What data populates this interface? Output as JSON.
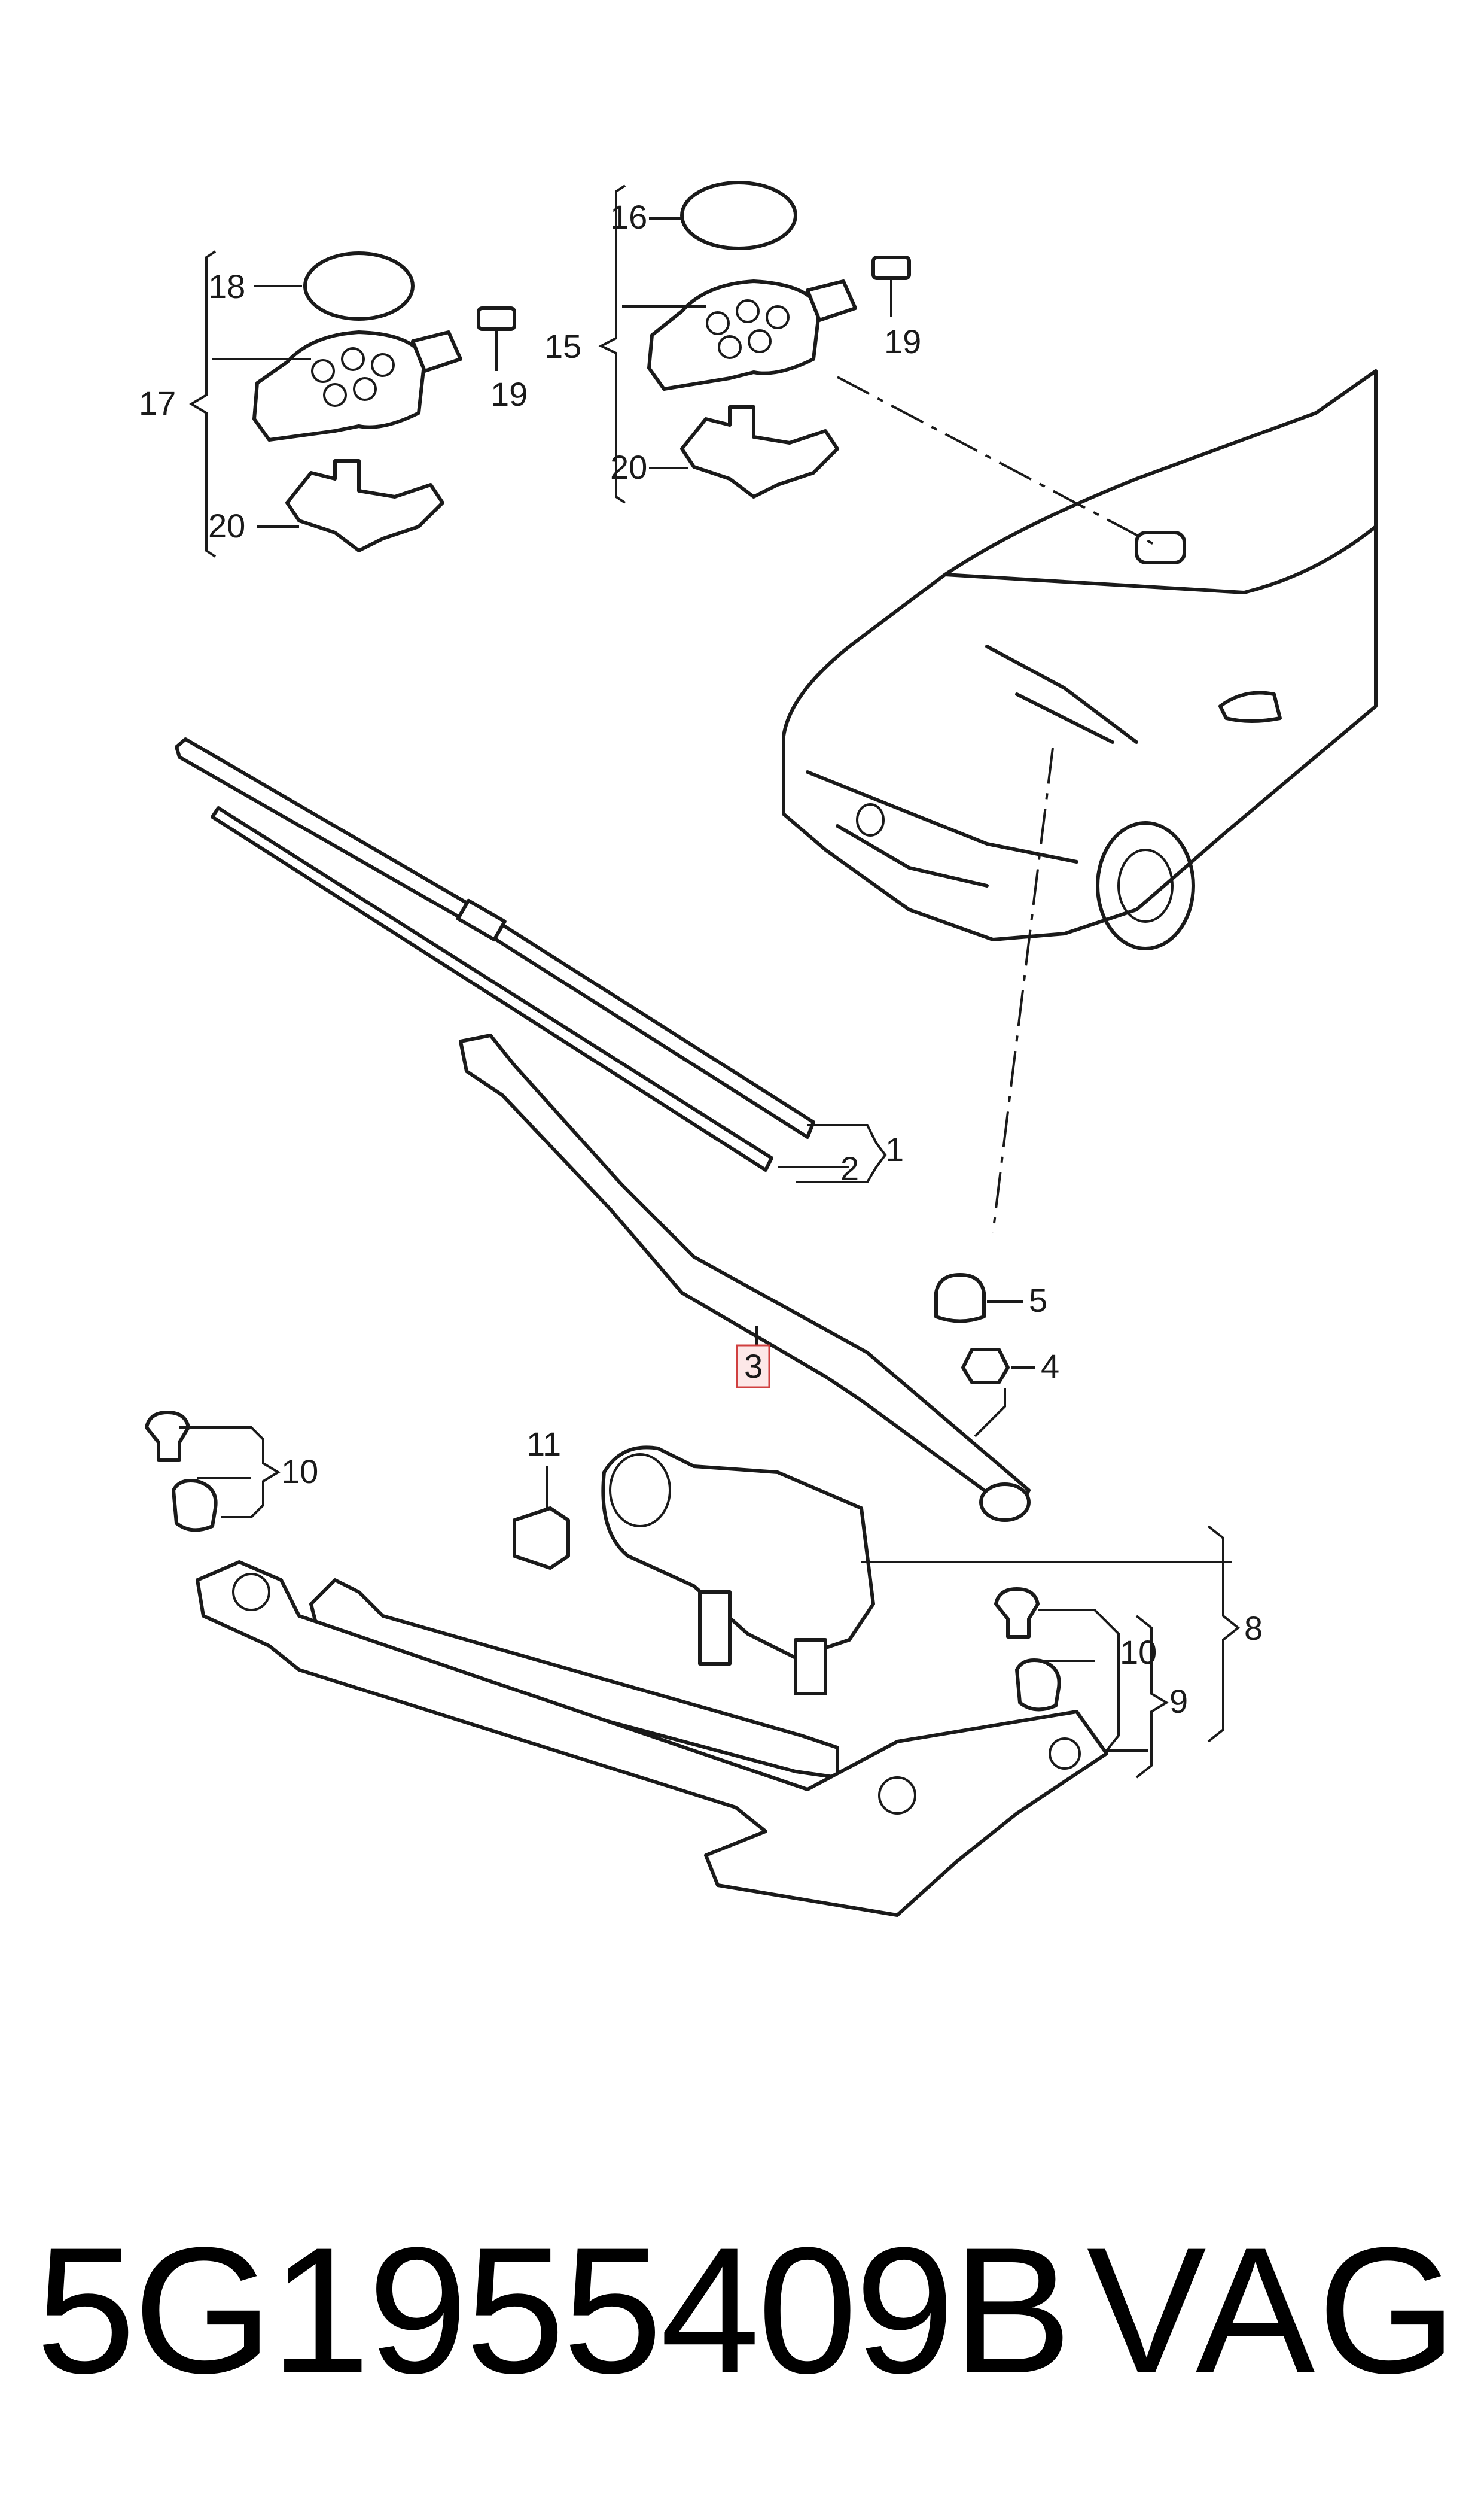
{
  "callouts": {
    "c1": "1",
    "c2": "2",
    "c3": "3",
    "c4": "4",
    "c5": "5",
    "c8": "8",
    "c9": "9",
    "c10a": "10",
    "c10b": "10",
    "c11": "11",
    "c15": "15",
    "c16": "16",
    "c17": "17",
    "c18": "18",
    "c19a": "19",
    "c19b": "19",
    "c20a": "20",
    "c20b": "20"
  },
  "highlighted_callout": "3",
  "caption": {
    "part_number": "5G1955409B",
    "brand": "VAG"
  }
}
